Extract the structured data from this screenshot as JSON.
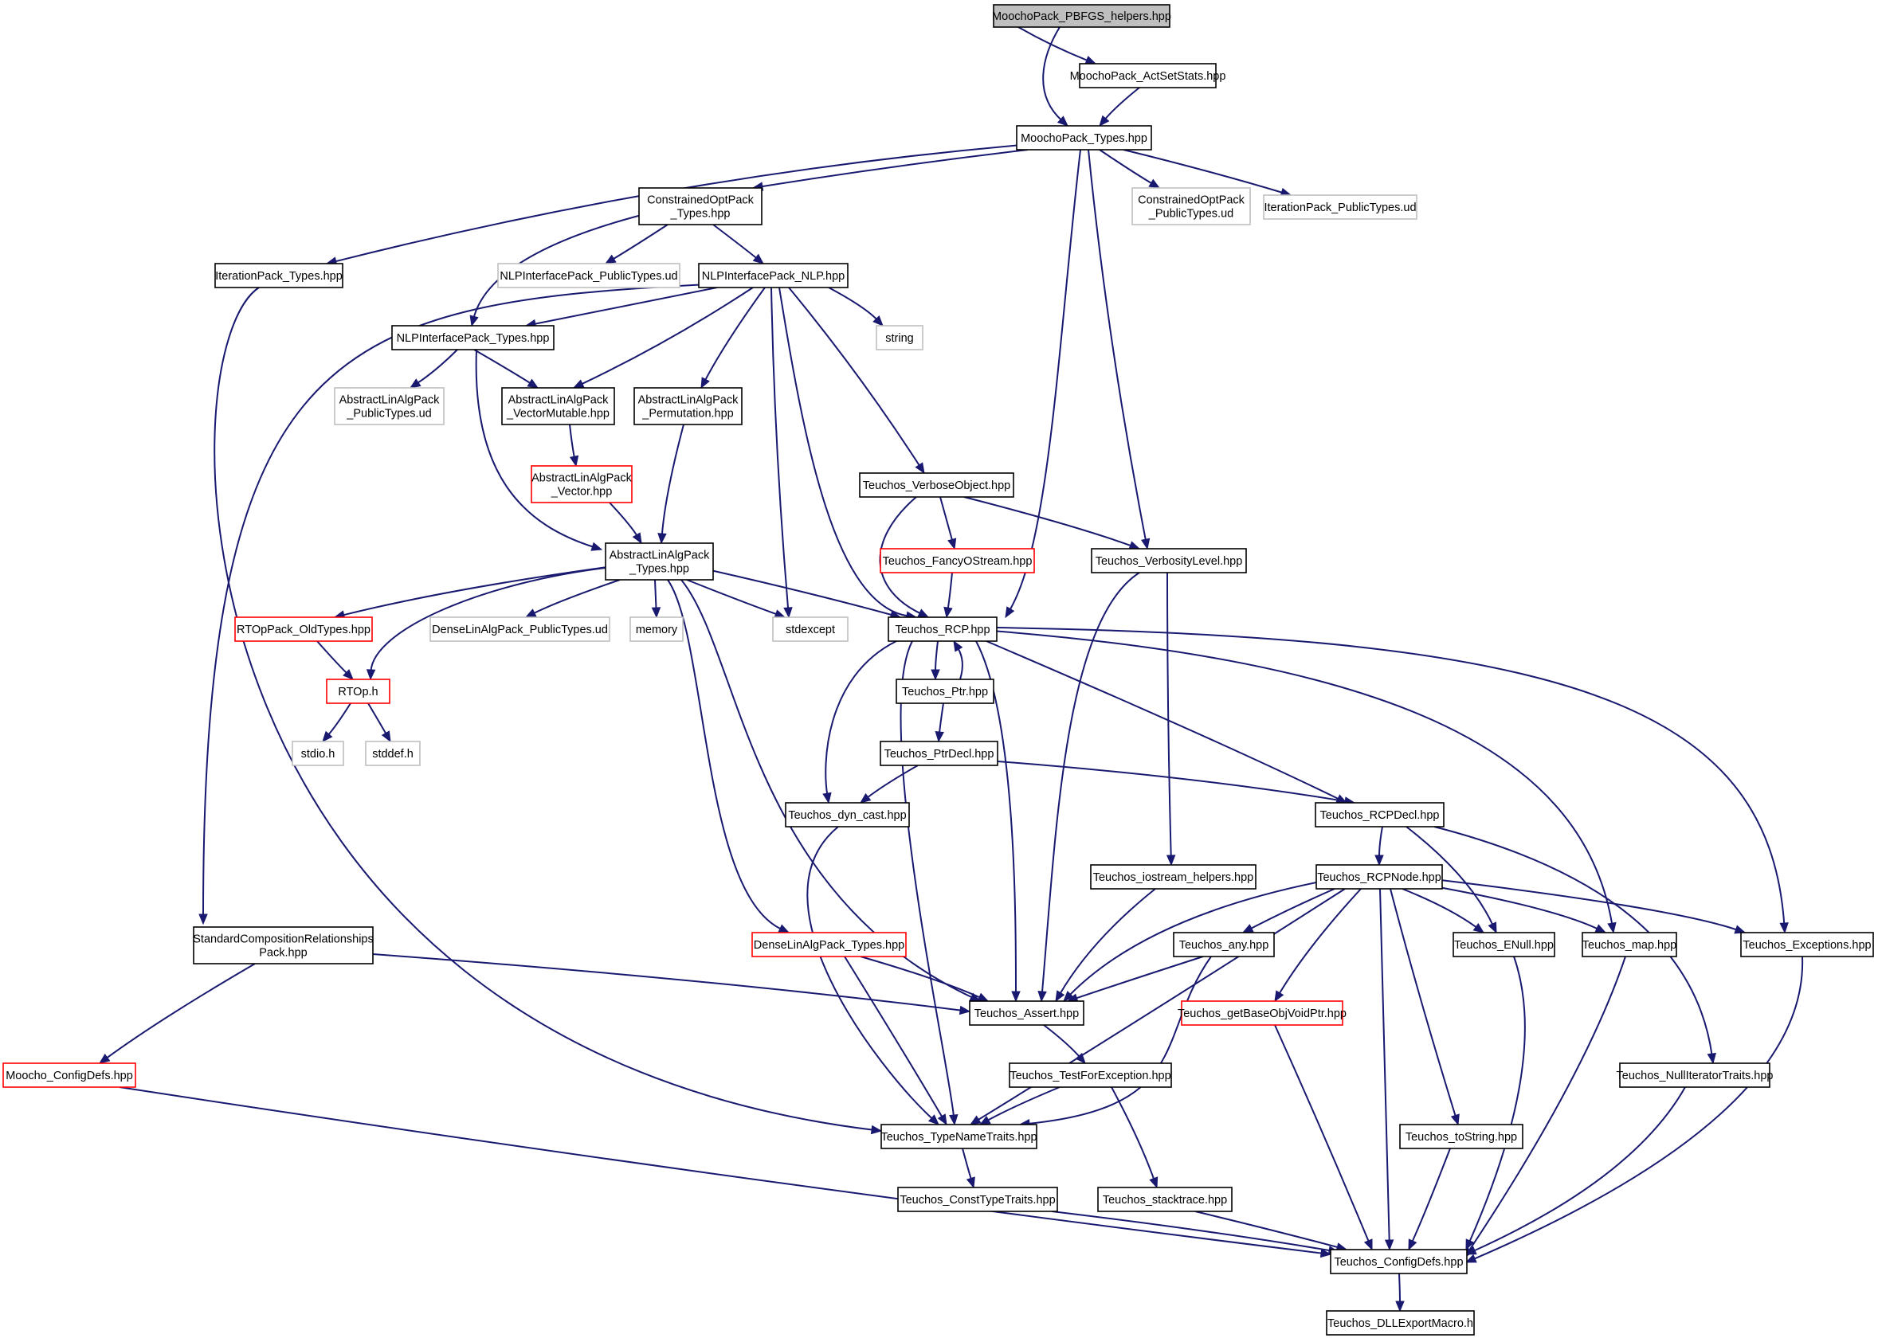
{
  "colors": {
    "edge": "#191970",
    "border_documented": "#000000",
    "border_undocumented": "#bfbfbf",
    "border_truncated": "#ff0000",
    "root_fill": "#bfbfbf",
    "node_fill": "#ffffff"
  },
  "nodes": [
    {
      "id": "pbfgs",
      "lines": [
        "MoochoPack_PBFGS_helpers.hpp"
      ],
      "kind": "root"
    },
    {
      "id": "actset",
      "lines": [
        "MoochoPack_ActSetStats.hpp"
      ],
      "kind": "documented"
    },
    {
      "id": "mtypes",
      "lines": [
        "MoochoPack_Types.hpp"
      ],
      "kind": "documented"
    },
    {
      "id": "coptypes",
      "lines": [
        "ConstrainedOptPack",
        "_Types.hpp"
      ],
      "kind": "documented"
    },
    {
      "id": "copub",
      "lines": [
        "ConstrainedOptPack",
        "_PublicTypes.ud"
      ],
      "kind": "undocumented"
    },
    {
      "id": "iterpub",
      "lines": [
        "IterationPack_PublicTypes.ud"
      ],
      "kind": "undocumented"
    },
    {
      "id": "itertypes",
      "lines": [
        "IterationPack_Types.hpp"
      ],
      "kind": "documented"
    },
    {
      "id": "nlppub",
      "lines": [
        "NLPInterfacePack_PublicTypes.ud"
      ],
      "kind": "undocumented"
    },
    {
      "id": "nlp",
      "lines": [
        "NLPInterfacePack_NLP.hpp"
      ],
      "kind": "documented"
    },
    {
      "id": "nlptypes",
      "lines": [
        "NLPInterfacePack_Types.hpp"
      ],
      "kind": "documented"
    },
    {
      "id": "string",
      "lines": [
        "string"
      ],
      "kind": "undocumented"
    },
    {
      "id": "alapub",
      "lines": [
        "AbstractLinAlgPack",
        "_PublicTypes.ud"
      ],
      "kind": "undocumented"
    },
    {
      "id": "alavm",
      "lines": [
        "AbstractLinAlgPack",
        "_VectorMutable.hpp"
      ],
      "kind": "documented"
    },
    {
      "id": "alaperm",
      "lines": [
        "AbstractLinAlgPack",
        "_Permutation.hpp"
      ],
      "kind": "documented"
    },
    {
      "id": "alavec",
      "lines": [
        "AbstractLinAlgPack",
        "_Vector.hpp"
      ],
      "kind": "truncated"
    },
    {
      "id": "verbobj",
      "lines": [
        "Teuchos_VerboseObject.hpp"
      ],
      "kind": "documented"
    },
    {
      "id": "alatypes",
      "lines": [
        "AbstractLinAlgPack",
        "_Types.hpp"
      ],
      "kind": "documented"
    },
    {
      "id": "fancy",
      "lines": [
        "Teuchos_FancyOStream.hpp"
      ],
      "kind": "truncated"
    },
    {
      "id": "verblvl",
      "lines": [
        "Teuchos_VerbosityLevel.hpp"
      ],
      "kind": "documented"
    },
    {
      "id": "rtopold",
      "lines": [
        "RTOpPack_OldTypes.hpp"
      ],
      "kind": "truncated"
    },
    {
      "id": "densepub",
      "lines": [
        "DenseLinAlgPack_PublicTypes.ud"
      ],
      "kind": "undocumented"
    },
    {
      "id": "memory",
      "lines": [
        "memory"
      ],
      "kind": "undocumented"
    },
    {
      "id": "stdexcept",
      "lines": [
        "stdexcept"
      ],
      "kind": "undocumented"
    },
    {
      "id": "rcp",
      "lines": [
        "Teuchos_RCP.hpp"
      ],
      "kind": "documented"
    },
    {
      "id": "rtop",
      "lines": [
        "RTOp.h"
      ],
      "kind": "truncated"
    },
    {
      "id": "ptr",
      "lines": [
        "Teuchos_Ptr.hpp"
      ],
      "kind": "documented"
    },
    {
      "id": "stdio",
      "lines": [
        "stdio.h"
      ],
      "kind": "undocumented"
    },
    {
      "id": "stddef",
      "lines": [
        "stddef.h"
      ],
      "kind": "undocumented"
    },
    {
      "id": "ptrdecl",
      "lines": [
        "Teuchos_PtrDecl.hpp"
      ],
      "kind": "documented"
    },
    {
      "id": "dyncast",
      "lines": [
        "Teuchos_dyn_cast.hpp"
      ],
      "kind": "documented"
    },
    {
      "id": "rcpdecl",
      "lines": [
        "Teuchos_RCPDecl.hpp"
      ],
      "kind": "documented"
    },
    {
      "id": "iohelp",
      "lines": [
        "Teuchos_iostream_helpers.hpp"
      ],
      "kind": "documented"
    },
    {
      "id": "rcpnode",
      "lines": [
        "Teuchos_RCPNode.hpp"
      ],
      "kind": "documented"
    },
    {
      "id": "scr",
      "lines": [
        "StandardCompositionRelationships",
        "Pack.hpp"
      ],
      "kind": "documented"
    },
    {
      "id": "densetypes",
      "lines": [
        "DenseLinAlgPack_Types.hpp"
      ],
      "kind": "truncated"
    },
    {
      "id": "any",
      "lines": [
        "Teuchos_any.hpp"
      ],
      "kind": "documented"
    },
    {
      "id": "enull",
      "lines": [
        "Teuchos_ENull.hpp"
      ],
      "kind": "documented"
    },
    {
      "id": "map",
      "lines": [
        "Teuchos_map.hpp"
      ],
      "kind": "documented"
    },
    {
      "id": "except",
      "lines": [
        "Teuchos_Exceptions.hpp"
      ],
      "kind": "documented"
    },
    {
      "id": "assert",
      "lines": [
        "Teuchos_Assert.hpp"
      ],
      "kind": "documented"
    },
    {
      "id": "getbase",
      "lines": [
        "Teuchos_getBaseObjVoidPtr.hpp"
      ],
      "kind": "truncated"
    },
    {
      "id": "moochocfg",
      "lines": [
        "Moocho_ConfigDefs.hpp"
      ],
      "kind": "truncated"
    },
    {
      "id": "testexc",
      "lines": [
        "Teuchos_TestForException.hpp"
      ],
      "kind": "documented"
    },
    {
      "id": "nulliter",
      "lines": [
        "Teuchos_NullIteratorTraits.hpp"
      ],
      "kind": "documented"
    },
    {
      "id": "typename",
      "lines": [
        "Teuchos_TypeNameTraits.hpp"
      ],
      "kind": "documented"
    },
    {
      "id": "tostring",
      "lines": [
        "Teuchos_toString.hpp"
      ],
      "kind": "documented"
    },
    {
      "id": "consttype",
      "lines": [
        "Teuchos_ConstTypeTraits.hpp"
      ],
      "kind": "documented"
    },
    {
      "id": "stacktrace",
      "lines": [
        "Teuchos_stacktrace.hpp"
      ],
      "kind": "documented"
    },
    {
      "id": "cfgdefs",
      "lines": [
        "Teuchos_ConfigDefs.hpp"
      ],
      "kind": "documented"
    },
    {
      "id": "dllexp",
      "lines": [
        "Teuchos_DLLExportMacro.h"
      ],
      "kind": "documented"
    }
  ]
}
